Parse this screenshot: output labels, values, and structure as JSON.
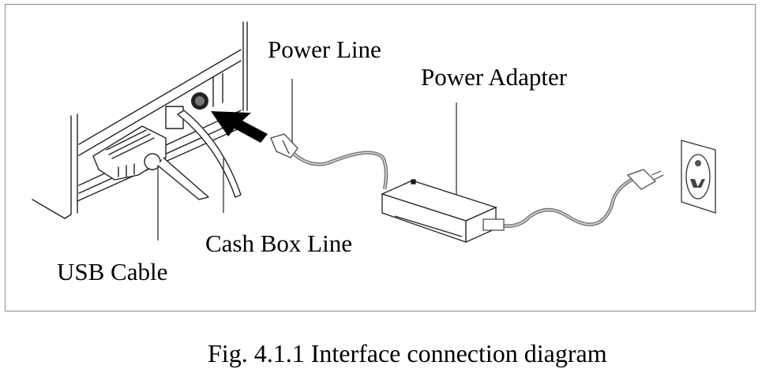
{
  "figure": {
    "caption": "Fig. 4.1.1 Interface connection diagram",
    "labels": {
      "power_line": "Power Line",
      "power_adapter": "Power Adapter",
      "cash_box_line": "Cash Box Line",
      "usb_cable": "USB Cable"
    },
    "components": [
      "printer-rear-panel",
      "usb-connector",
      "cash-box-cable",
      "power-port",
      "insert-arrow",
      "power-line-plug",
      "power-adapter",
      "ac-cord",
      "ac-plug",
      "wall-socket"
    ]
  }
}
